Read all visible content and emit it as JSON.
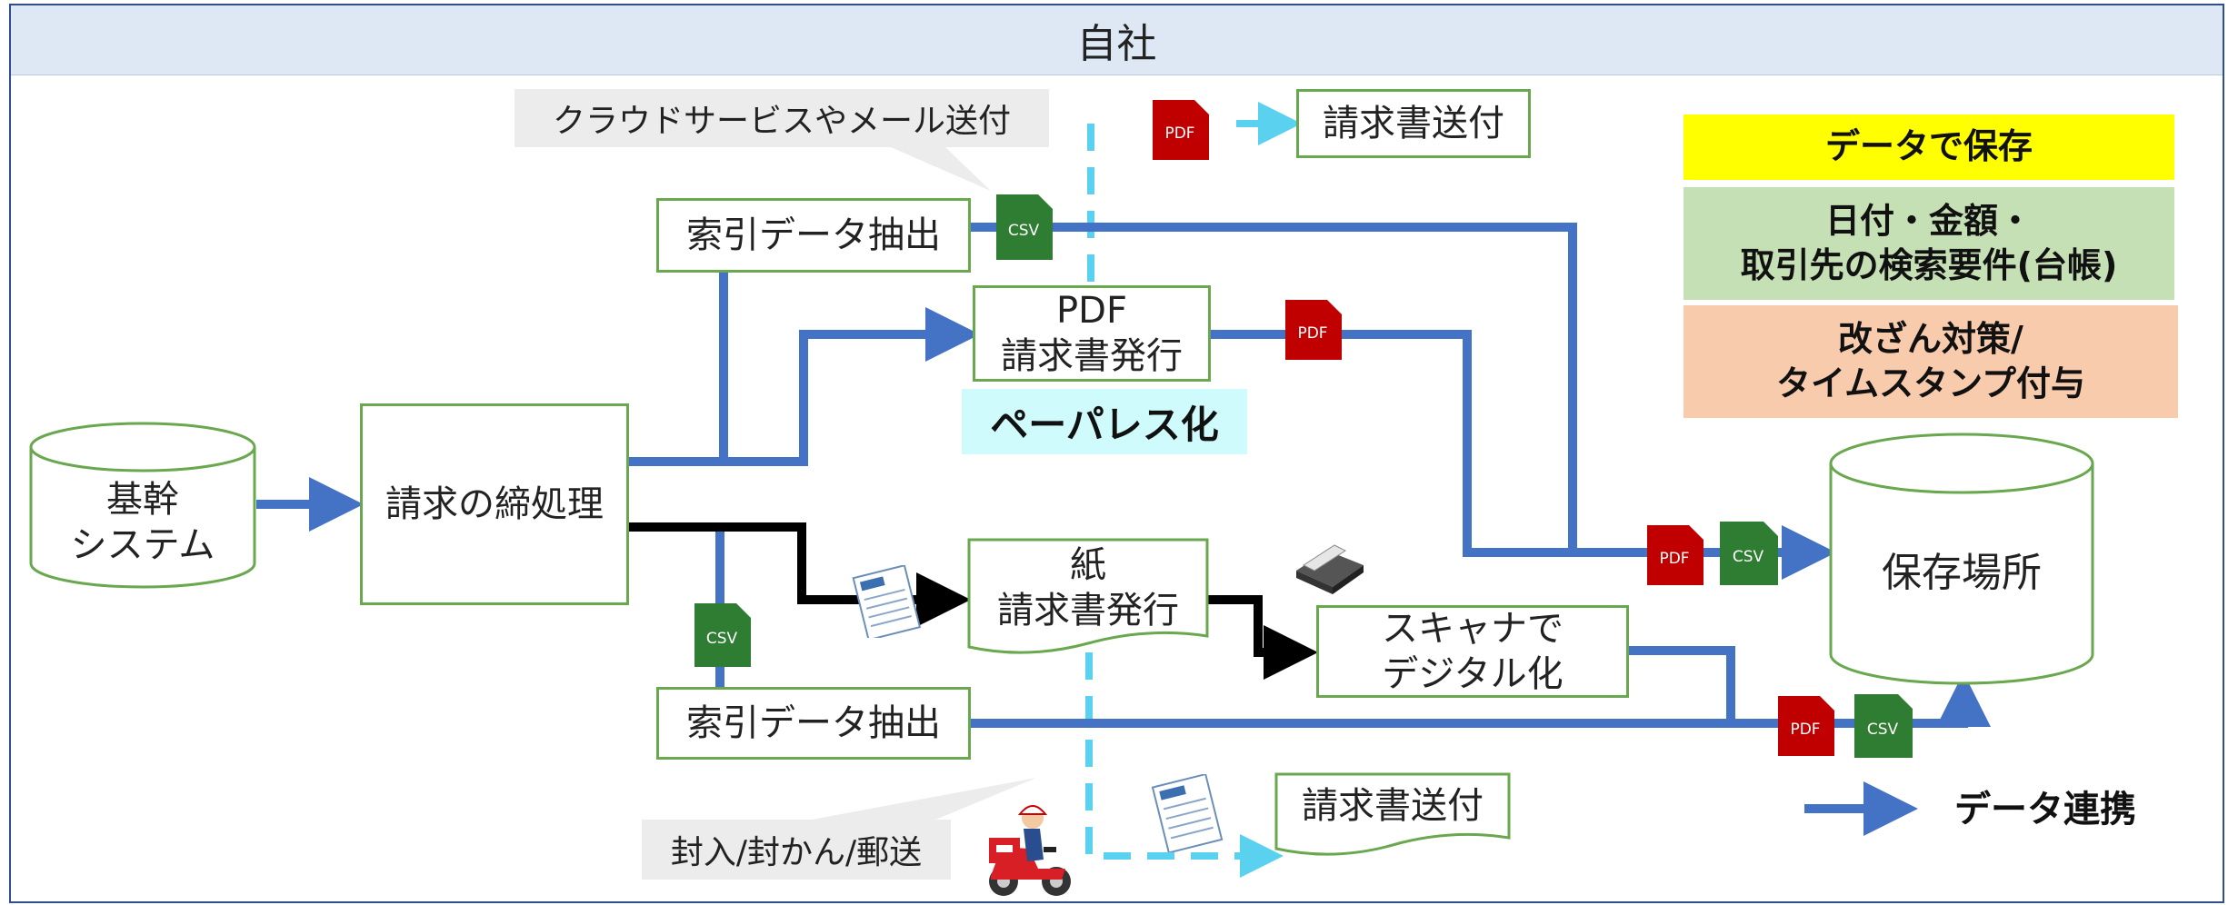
{
  "header": {
    "title": "自社"
  },
  "nodes": {
    "core_system": "基幹\nシステム",
    "billing_close": "請求の締処理",
    "index_extract_top": "索引データ抽出",
    "pdf_issue": "PDF\n請求書発行",
    "paper_issue": "紙\n請求書発行",
    "scanner": "スキャナで\nデジタル化",
    "index_extract_bottom": "索引データ抽出",
    "storage": "保存場所",
    "send_top": "請求書送付",
    "send_bottom": "請求書送付"
  },
  "callouts": {
    "cloud_mail": "クラウドサービスやメール送付",
    "mail_post": "封入/封かん/郵送",
    "paperless": "ペーパレス化"
  },
  "requirements": {
    "save_as_data": "データで保存",
    "search_requirements": "日付・金額・\n取引先の検索要件(台帳)",
    "tamper_protection": "改ざん対策/\nタイムスタンプ付与"
  },
  "legend": {
    "data_link": "データ連携"
  },
  "badges": {
    "pdf": "PDF",
    "csv": "CSV"
  },
  "icons": {
    "invoice_doc": "invoice-document-icon",
    "scanner_device": "scanner-icon",
    "postman": "postman-scooter-icon"
  },
  "colors": {
    "data_flow": "#4472c4",
    "paper_flow": "#000000",
    "send_flow": "#5bd1f0",
    "pdf_badge": "#c00000",
    "csv_badge": "#2e7d32",
    "box_border": "#6aa84f",
    "yellow": "#ffff00",
    "green": "#c5e0b4",
    "orange": "#f8cbad"
  }
}
